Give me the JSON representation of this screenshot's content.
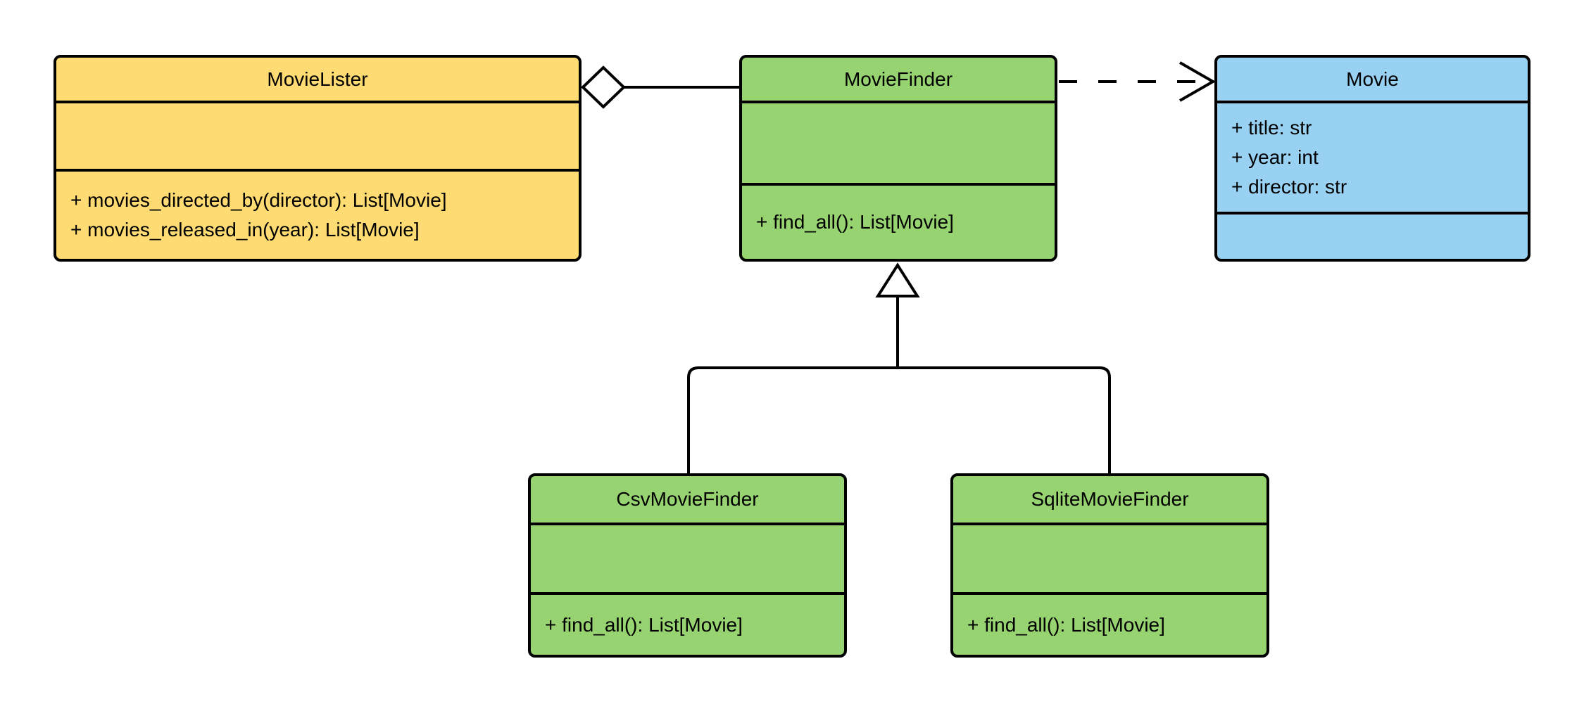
{
  "diagram": {
    "kind": "uml-class-diagram"
  },
  "colors": {
    "yellow": "#FFDC73",
    "green": "#97D471",
    "blue": "#99D1F2",
    "stroke": "#000000",
    "text": "#000000",
    "canvas": "#FFFFFF"
  },
  "classes": [
    {
      "name": "MovieLister",
      "color": "yellow",
      "attributes": [],
      "methods": [
        "+ movies_directed_by(director): List[Movie]",
        "+ movies_released_in(year): List[Movie]"
      ]
    },
    {
      "name": "MovieFinder",
      "color": "green",
      "attributes": [],
      "methods": [
        "+ find_all(): List[Movie]"
      ]
    },
    {
      "name": "Movie",
      "color": "blue",
      "attributes": [
        "+ title: str",
        "+ year: int",
        "+ director: str"
      ],
      "methods": []
    },
    {
      "name": "CsvMovieFinder",
      "color": "green",
      "attributes": [],
      "methods": [
        "+ find_all(): List[Movie]"
      ]
    },
    {
      "name": "SqliteMovieFinder",
      "color": "green",
      "attributes": [],
      "methods": [
        "+ find_all(): List[Movie]"
      ]
    }
  ],
  "relationships": [
    {
      "type": "aggregation",
      "from": "MovieLister",
      "to": "MovieFinder"
    },
    {
      "type": "dependency",
      "from": "MovieFinder",
      "to": "Movie"
    },
    {
      "type": "generalization",
      "from": "CsvMovieFinder",
      "to": "MovieFinder"
    },
    {
      "type": "generalization",
      "from": "SqliteMovieFinder",
      "to": "MovieFinder"
    }
  ]
}
